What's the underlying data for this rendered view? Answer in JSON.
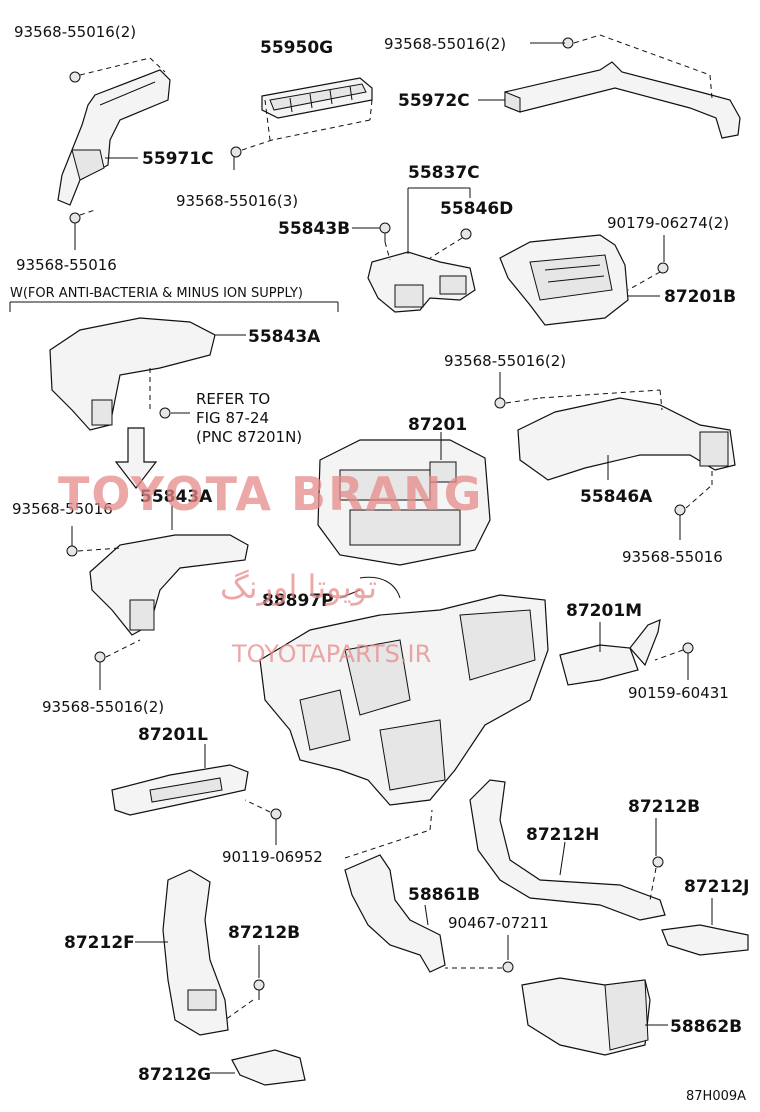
{
  "labels": {
    "p_93568_55016_2_tl": "93568-55016(2)",
    "p_55950G": "55950G",
    "p_93568_55016_2_tr": "93568-55016(2)",
    "p_55972C": "55972C",
    "p_55971C": "55971C",
    "p_93568_55016_3": "93568-55016(3)",
    "p_55837C": "55837C",
    "p_55846D": "55846D",
    "p_55843B": "55843B",
    "p_90179_06274_2": "90179-06274(2)",
    "p_93568_55016_l1": "93568-55016",
    "p_87201B": "87201B",
    "note_variant": "W(FOR ANTI-BACTERIA & MINUS ION SUPPLY)",
    "p_55843A_top": "55843A",
    "p_93568_55016_2_mr": "93568-55016(2)",
    "ref_line1": "REFER TO",
    "ref_line2": "FIG 87-24",
    "ref_line3": "(PNC 87201N)",
    "p_87201": "87201",
    "p_93568_55016_l2": "93568-55016",
    "p_55843A_mid": "55843A",
    "p_55846A": "55846A",
    "p_93568_55016_r": "93568-55016",
    "p_88897P": "88897P",
    "p_87201M": "87201M",
    "p_90159_60431": "90159-60431",
    "p_93568_55016_2_bl": "93568-55016(2)",
    "p_87201L": "87201L",
    "p_87212B_r": "87212B",
    "p_87212H": "87212H",
    "p_90119_06952": "90119-06952",
    "p_87212J": "87212J",
    "p_58861B": "58861B",
    "p_90467_07211": "90467-07211",
    "p_87212F": "87212F",
    "p_87212B_l": "87212B",
    "p_58862B": "58862B",
    "p_87212G": "87212G",
    "figure_code": "87H009A"
  },
  "watermark": {
    "brand": "TOYOTA BRANG",
    "site": "TOYOTAPARTS.IR",
    "persian": "تویوتا اورنگ",
    "color": "#e68a8a"
  }
}
